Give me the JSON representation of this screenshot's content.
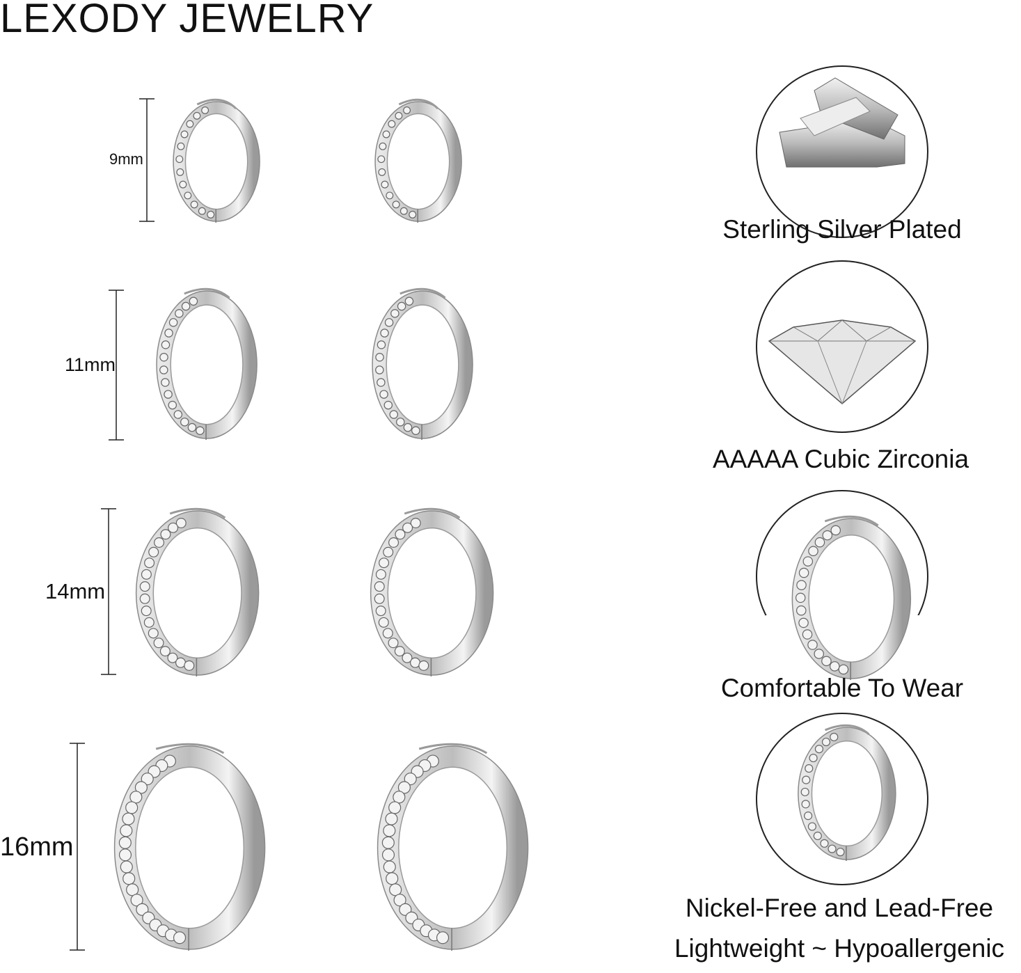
{
  "brand": "LEXODY JEWELRY",
  "sizes": [
    {
      "label": "9mm"
    },
    {
      "label": "11mm"
    },
    {
      "label": "14mm"
    },
    {
      "label": "16mm"
    }
  ],
  "features": [
    {
      "label": "Sterling Silver Plated",
      "icon": "silver-bars-icon"
    },
    {
      "label": "AAAAA Cubic Zirconia",
      "icon": "diamond-icon"
    },
    {
      "label": "Comfortable To Wear",
      "icon": "hoop-closeup-icon"
    },
    {
      "label": "Nickel-Free and Lead-Free",
      "label2": "Lightweight ~ Hypoallergenic",
      "icon": "hoop-icon"
    }
  ],
  "colors": {
    "text": "#111111",
    "metal": "#c9c9c9",
    "circle": "#222222"
  }
}
